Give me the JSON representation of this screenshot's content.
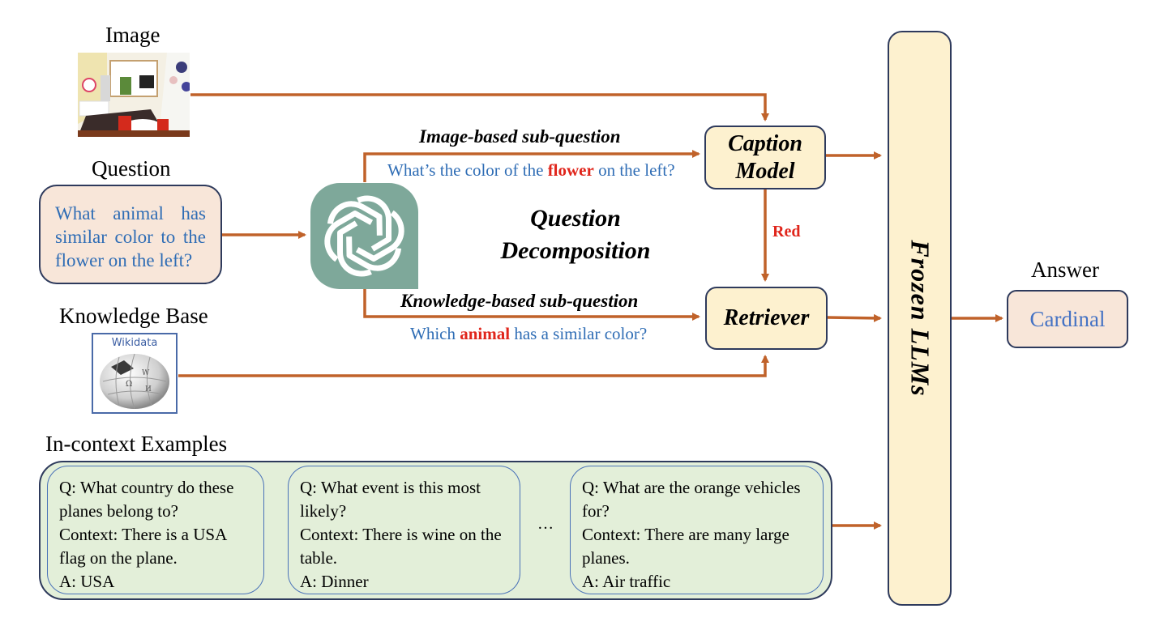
{
  "diagram": {
    "inputs": {
      "image_label": "Image",
      "image_thumbnail": "living-room-photo",
      "question_label": "Question",
      "question_text": "What animal has similar color to the flower on the left?",
      "knowledge_label": "Knowledge Base",
      "knowledge_logo_text": "Wikidata",
      "knowledge_logo_icon": "wikipedia-globe-icon"
    },
    "decomposer": {
      "icon": "openai-chatgpt-icon",
      "label_line1": "Question",
      "label_line2": "Decomposition"
    },
    "image_subquestion": {
      "title": "Image-based sub-question",
      "text_before": "What’s the color of the ",
      "highlight": "flower",
      "text_after": " on the left?"
    },
    "knowledge_subquestion": {
      "title": "Knowledge-based sub-question",
      "text_before": "Which ",
      "highlight": "animal",
      "text_after": " has a similar color?"
    },
    "caption_model": {
      "line1": "Caption",
      "line2": "Model"
    },
    "caption_output": "Red",
    "retriever": {
      "label": "Retriever"
    },
    "llm": {
      "label": "Frozen  LLMs"
    },
    "answer": {
      "label": "Answer",
      "value": "Cardinal"
    },
    "in_context": {
      "label": "In-context Examples",
      "ellipsis": "…",
      "examples": [
        {
          "q": "Q: What country do these planes belong to?",
          "context": "Context: There is a USA flag on the plane.",
          "a": "A: USA"
        },
        {
          "q": "Q: What event is this most likely?",
          "context": "Context: There is wine on the table.",
          "a": "A: Dinner"
        },
        {
          "q": "Q: What are the orange vehicles for?",
          "context": "Context: There are many large planes.",
          "a": "A: Air traffic"
        }
      ]
    },
    "colors": {
      "arrow": "#c0622a",
      "question_text": "#2f6db5",
      "highlight": "#e0251b",
      "module_fill": "#fdf1cf",
      "question_fill": "#f8e6d9",
      "context_fill": "#e3efd9",
      "gpt_fill": "#7ea89a"
    }
  }
}
